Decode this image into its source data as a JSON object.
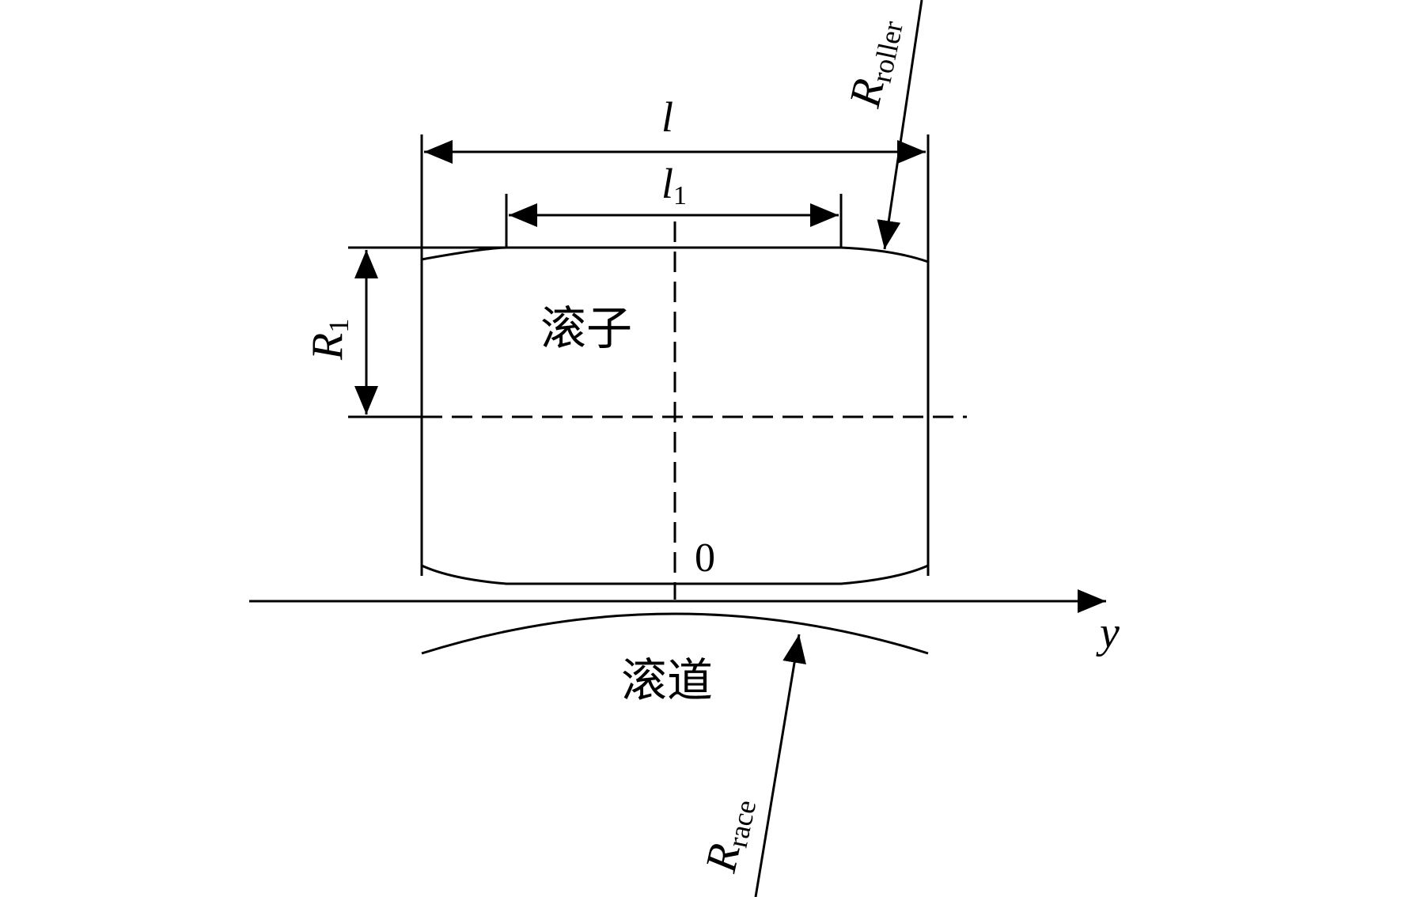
{
  "labels": {
    "l": "l",
    "l1_base": "l",
    "l1_sub": "1",
    "R1_base": "R",
    "R1_sub": "1",
    "roller_R_base": "R",
    "roller_R_sub": "roller",
    "race_R_base": "R",
    "race_R_sub": "race",
    "origin": "0",
    "y_axis": "y",
    "roller": "滚子",
    "raceway": "滚道"
  }
}
